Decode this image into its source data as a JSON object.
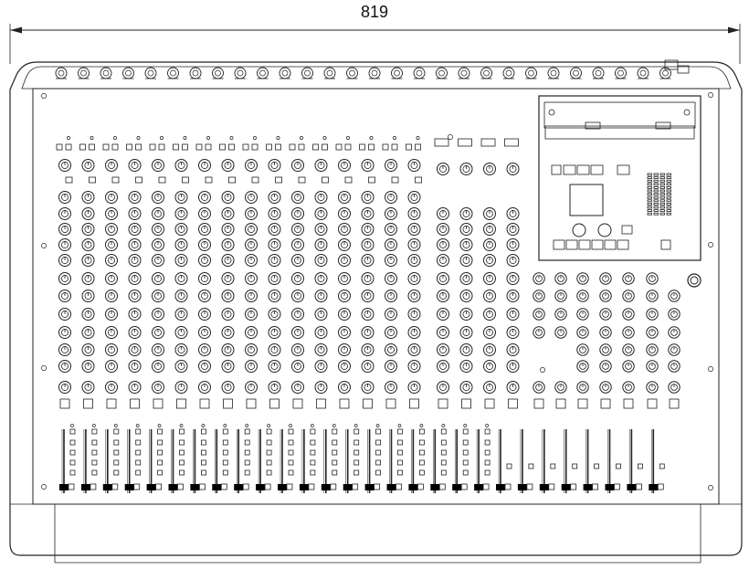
{
  "dimension": {
    "label": "819"
  },
  "mixer": {
    "mono_channels": 16,
    "stereo_channels": 4,
    "main_faders": 8,
    "stripe_color": "#000000",
    "line_color": "#222222"
  }
}
